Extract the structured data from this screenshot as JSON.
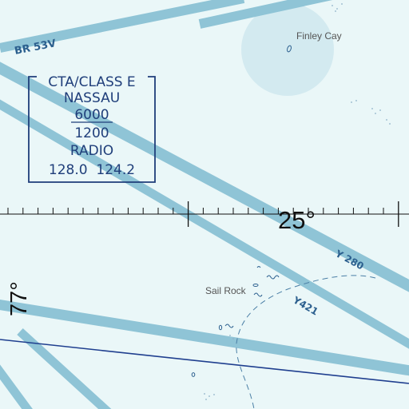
{
  "map": {
    "airways": [
      {
        "id": "BR 53V",
        "label": "BR 53V"
      },
      {
        "id": "Y 280",
        "label": "Y 280"
      },
      {
        "id": "Y421",
        "label": "Y421"
      }
    ],
    "places": [
      {
        "name": "Finley Cay"
      },
      {
        "name": "Sail Rock"
      }
    ],
    "airspace_box": {
      "lines": [
        "CTA/CLASS E",
        "NASSAU",
        "6000",
        "1200",
        "RADIO",
        "128.0  124.2"
      ],
      "ceiling": "6000",
      "floor": "1200",
      "frequencies": [
        "128.0",
        "124.2"
      ]
    },
    "grid": {
      "latitude_label": "25°",
      "longitude_label": "77°"
    },
    "colors": {
      "water": "#eaf7f8",
      "airway": "#8fc4d6",
      "airway_label": "#2b5f8e",
      "airspace_box": "#1f3e7a",
      "boundary": "#1f3f8f",
      "shoal": "#c9e5ee"
    }
  }
}
